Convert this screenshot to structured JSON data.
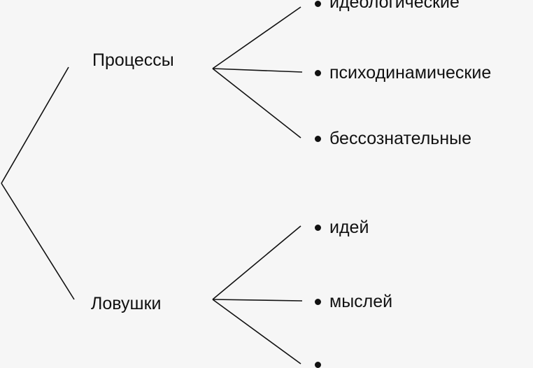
{
  "diagram": {
    "groups": [
      {
        "label": "Процессы",
        "items": [
          "идеологические",
          "психодинамические",
          "бессознательные"
        ]
      },
      {
        "label": "Ловушки",
        "items": [
          "идей",
          "мыслей",
          "…"
        ]
      }
    ],
    "colors": {
      "line": "#111111",
      "text": "#111111",
      "background": "#f6f6f6"
    }
  }
}
